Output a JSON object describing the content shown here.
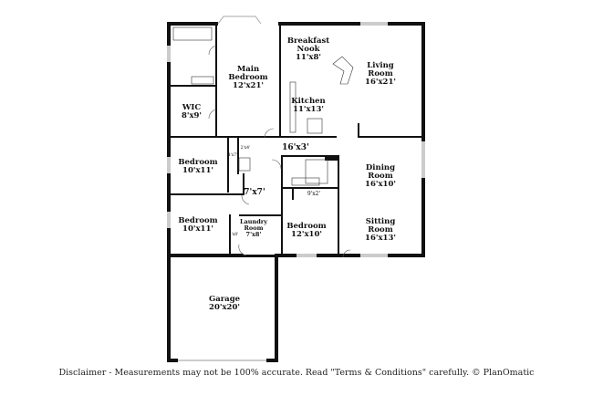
{
  "rooms": {
    "main_bedroom": {
      "name1": "Main",
      "name2": "Bedroom",
      "size": "12'x21'"
    },
    "wic": {
      "name": "WIC",
      "size": "8'x9'"
    },
    "breakfast_nook": {
      "name1": "Breakfast",
      "name2": "Nook",
      "size": "11'x8'"
    },
    "kitchen": {
      "name": "Kitchen",
      "size": "11'x13'"
    },
    "living_room": {
      "name1": "Living",
      "name2": "Room",
      "size": "16'x21'"
    },
    "bedroom_1": {
      "name": "Bedroom",
      "size": "10'x11'"
    },
    "bedroom_2": {
      "name": "Bedroom",
      "size": "10'x11'"
    },
    "bedroom_3": {
      "name": "Bedroom",
      "size": "12'x10'"
    },
    "hall": {
      "size": "16'x3'"
    },
    "hall_2": {
      "size": "7'x7'"
    },
    "closet_a": {
      "size": "2'x4'"
    },
    "closet_b": {
      "size": "4'x7'"
    },
    "closet_c": {
      "size": "4'x8'"
    },
    "closet_d": {
      "size": "9'x2'"
    },
    "laundry": {
      "name1": "Laundry",
      "name2": "Room",
      "size": "7'x8'"
    },
    "dining_room": {
      "name1": "Dining",
      "name2": "Room",
      "size": "16'x10'"
    },
    "sitting_room": {
      "name1": "Sitting",
      "name2": "Room",
      "size": "16'x13'"
    },
    "garage": {
      "name": "Garage",
      "size": "20'x20'"
    }
  },
  "disclaimer": "Disclaimer - Measurements may not be 100% accurate. Read \"Terms & Conditions\" carefully. © PlanOmatic",
  "colors": {
    "wall": "#111111",
    "window": "#cccccc"
  }
}
